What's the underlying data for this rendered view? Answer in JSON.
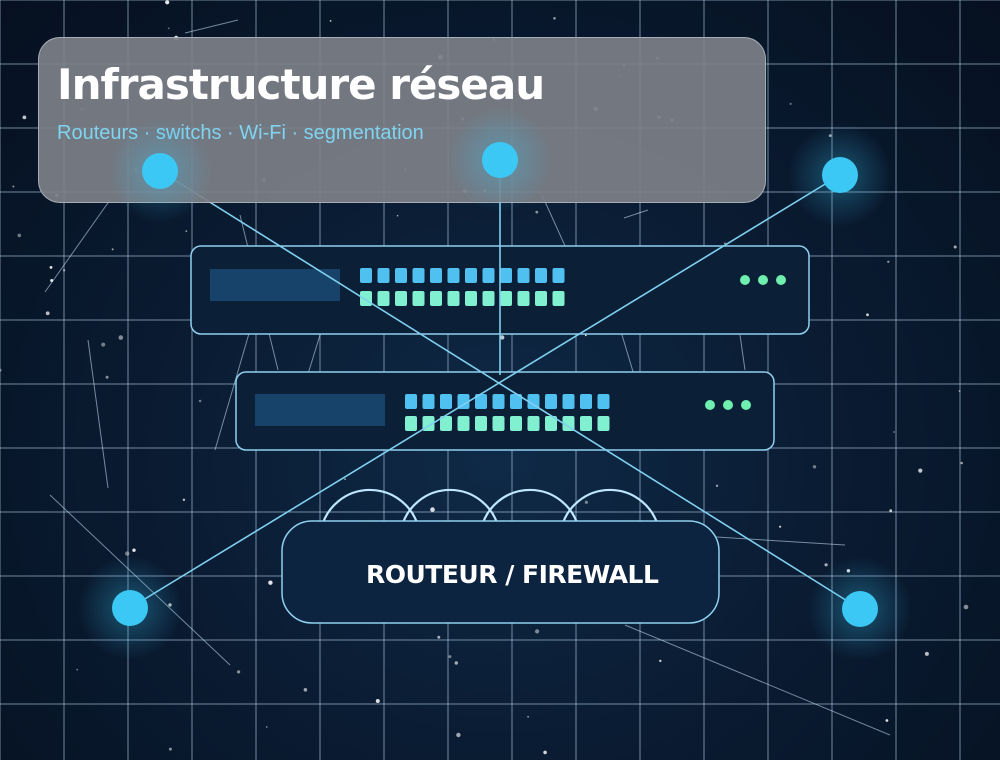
{
  "header": {
    "title": "Infrastructure réseau",
    "subtitle": "Routeurs · switchs · Wi-Fi · segmentation"
  },
  "router": {
    "label": "ROUTEUR / FIREWALL"
  },
  "colors": {
    "background": "#0a1c33",
    "grid": "#c8e6ff",
    "line": "#7fd0f0",
    "node": "#3cc8f5",
    "switch_border": "#8fd0f0",
    "port_top": "#4fc0f0",
    "port_bottom": "#80f0d0",
    "status_led": "#6ff0b0"
  },
  "icons": [
    "wifi-arc-icon",
    "switch-port-icon",
    "status-led-icon",
    "network-node-icon"
  ]
}
